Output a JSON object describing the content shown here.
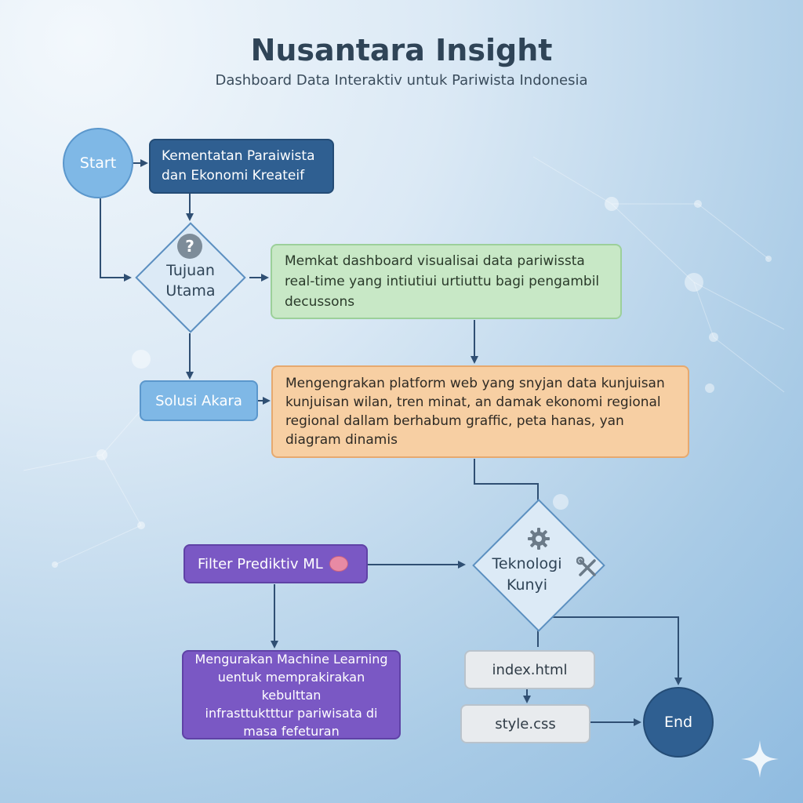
{
  "header": {
    "title": "Nusantara Insight",
    "subtitle": "Dashboard Data Interaktiv untuk Pariwista Indonesia"
  },
  "nodes": {
    "start": "Start",
    "ministry_line1": "Kementatan Paraiwista",
    "ministry_line2": "dan Ekonomi Kreateif",
    "goal_decision_line1": "Tujuan",
    "goal_decision_line2": "Utama",
    "goal_line1": "Memkat dashboard visualisai data pariwissta",
    "goal_line2": "real-time yang intiutiui urtiuttu bagi pengambil",
    "goal_line3": "decussons",
    "solution": "Solusi Akara",
    "solution_line1": "Mengengrakan platform web yang snyjan data kunjuisan",
    "solution_line2": "kunjuisan wilan, tren minat, an damak ekonomi regional",
    "solution_line3": "regional dallam berhabum graffic, peta hanas, yan",
    "solution_line4": "diagram dinamis",
    "filter": "Filter Prediktiv ML",
    "ml_line1": "Mengurakan Machine Learning",
    "ml_line2": "uentuk memprakirakan kebulttan",
    "ml_line3": "infrasttuktttur pariwisata di",
    "ml_line4": "masa fefeturan",
    "tech_line1": "Teknologi",
    "tech_line2": "Kunyi",
    "file1": "index.html",
    "file2": "style.css",
    "end": "End"
  },
  "icons": {
    "question": "question-icon",
    "brain": "brain-icon",
    "gear": "gear-icon",
    "tools": "tools-icon",
    "sparkle": "sparkle-icon"
  },
  "colors": {
    "dark_blue": "#2f5f91",
    "light_blue": "#7fb8e6",
    "green": "#c8e8c6",
    "orange": "#f7cfa3",
    "purple": "#7a58c4",
    "grey": "#e8ebee",
    "arrow": "#2f4f73"
  }
}
